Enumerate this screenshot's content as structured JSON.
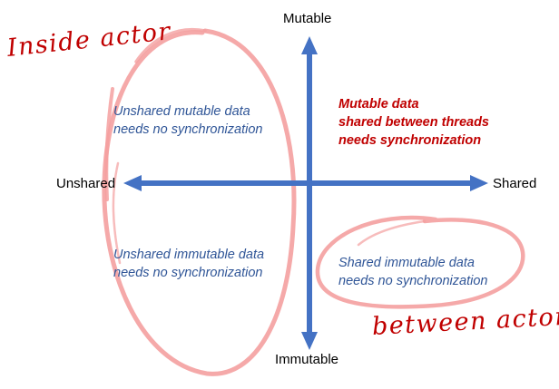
{
  "axes": {
    "top_label": "Mutable",
    "bottom_label": "Immutable",
    "left_label": "Unshared",
    "right_label": "Shared"
  },
  "quadrants": {
    "top_left": {
      "line1": "Unshared mutable data",
      "line2": "needs no synchronization"
    },
    "top_right": {
      "line1": "Mutable data",
      "line2": "shared between threads",
      "line3": "needs synchronization"
    },
    "bottom_left": {
      "line1": "Unshared immutable data",
      "line2": "needs no synchronization"
    },
    "bottom_right": {
      "line1": "Shared immutable data",
      "line2": "needs no synchronization"
    }
  },
  "annotations": {
    "left_circle_label": "Inside actor",
    "right_circle_label": "between actors"
  },
  "colors": {
    "axis": "#4472c4",
    "text_blue": "#2f5597",
    "text_red": "#c00000",
    "circle": "#f4a0a0"
  }
}
